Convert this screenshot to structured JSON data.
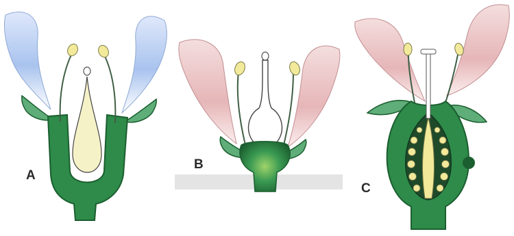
{
  "diagram": {
    "panels": [
      {
        "label": "A",
        "ovary_position": "inferior"
      },
      {
        "label": "B",
        "ovary_position": "superior"
      },
      {
        "label": "C",
        "ovary_position": "half-inferior"
      }
    ]
  },
  "colors": {
    "receptacle_green": "#2e8b4a",
    "receptacle_dark": "#1b5e2f",
    "sepal_green": "#5fae7a",
    "petal_blue": "#a9c3ee",
    "petal_pink": "#e6b6b8",
    "anther_yellow": "#f2ea9a",
    "ovary_cream": "#f6f2c8",
    "ground_gray": "#e4e4e4"
  }
}
